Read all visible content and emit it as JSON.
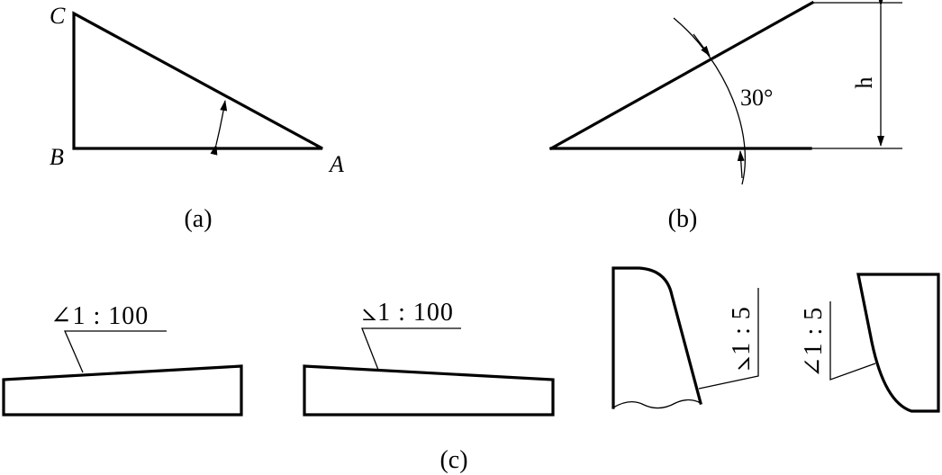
{
  "panel_a": {
    "vertex_c": "C",
    "vertex_b": "B",
    "vertex_a": "A",
    "caption": "(a)"
  },
  "panel_b": {
    "angle_label": "30°",
    "height_label": "h",
    "caption": "(b)"
  },
  "panel_c": {
    "slope_left_label": "∠1 : 100",
    "slope_right_label": "⦣1 : 100",
    "taper_left_label": "⦣1 : 5",
    "taper_right_label": "∠1 : 5",
    "caption": "(c)"
  }
}
